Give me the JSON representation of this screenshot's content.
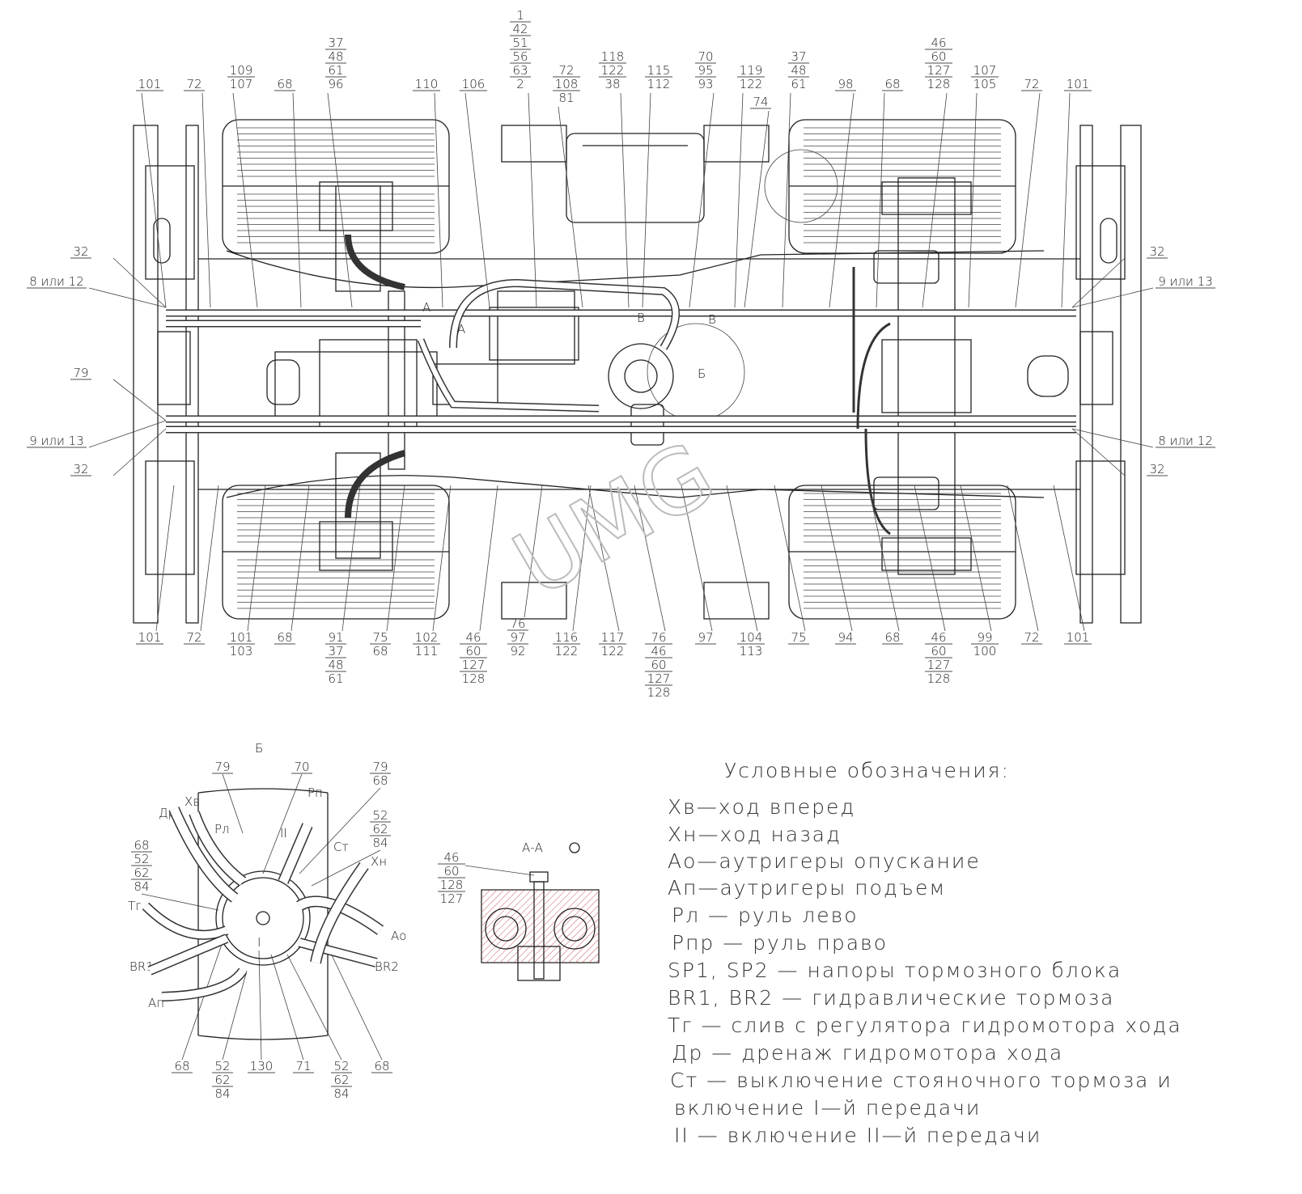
{
  "watermark": "UMG",
  "callouts_top": [
    [
      "101"
    ],
    [
      "72"
    ],
    [
      "109",
      "107"
    ],
    [
      "68"
    ],
    [
      "37",
      "48",
      "61",
      "96"
    ],
    [
      "110"
    ],
    [
      "106"
    ],
    [
      "1",
      "42",
      "51",
      "56",
      "63",
      "2"
    ],
    [
      "72",
      "108",
      "81"
    ],
    [
      "118",
      "122",
      "38"
    ],
    [
      "115",
      "112"
    ],
    [
      "70",
      "95",
      "93"
    ],
    [
      "119",
      "122"
    ],
    [
      "74"
    ],
    [
      "37",
      "48",
      "61"
    ],
    [
      "98"
    ],
    [
      "68"
    ],
    [
      "46",
      "60",
      "127",
      "128"
    ],
    [
      "107",
      "105"
    ],
    [
      "72"
    ],
    [
      "101"
    ]
  ],
  "callouts_side": [
    [
      "32"
    ],
    [
      "8 или 12"
    ],
    [
      "79"
    ],
    [
      "9 или 13"
    ],
    [
      "32"
    ],
    [
      "32"
    ],
    [
      "9 или 13"
    ],
    [
      "8 или 12"
    ],
    [
      "32"
    ]
  ],
  "callouts_bottom": [
    [
      "101"
    ],
    [
      "72"
    ],
    [
      "101",
      "103"
    ],
    [
      "68"
    ],
    [
      "91",
      "37",
      "48",
      "61"
    ],
    [
      "75",
      "68"
    ],
    [
      "102",
      "111"
    ],
    [
      "46",
      "60",
      "127",
      "128"
    ],
    [
      "76",
      "97",
      "92"
    ],
    [
      "116",
      "122"
    ],
    [
      "117",
      "122"
    ],
    [
      "76",
      "46",
      "60",
      "127",
      "128"
    ],
    [
      "97"
    ],
    [
      "104",
      "113"
    ],
    [
      "75"
    ],
    [
      "94"
    ],
    [
      "68"
    ],
    [
      "46",
      "60",
      "127",
      "128"
    ],
    [
      "99",
      "100"
    ],
    [
      "72"
    ],
    [
      "101"
    ]
  ],
  "section_markers": [
    "А",
    "А",
    "В",
    "В",
    "Б"
  ],
  "detail_b": {
    "title": "Б",
    "callouts": [
      [
        "79"
      ],
      [
        "70"
      ],
      [
        "79",
        "68"
      ],
      [
        "68",
        "52",
        "62",
        "84"
      ],
      [
        "52",
        "62",
        "84"
      ],
      [
        "68"
      ],
      [
        "52",
        "62",
        "84"
      ],
      [
        "130"
      ],
      [
        "71"
      ],
      [
        "52",
        "62",
        "84"
      ],
      [
        "68"
      ]
    ],
    "ports": [
      "Др",
      "Хв",
      "Рл",
      "II",
      "Рп",
      "Ст",
      "Хн",
      "Ао",
      "Тг",
      "BR1",
      "Ап",
      "BR2",
      "I"
    ]
  },
  "section_aa": {
    "title": "А-А",
    "callouts": [
      [
        "46",
        "60",
        "128",
        "127"
      ]
    ]
  },
  "legend": {
    "title": "Условные обозначения:",
    "items": [
      "Хв—ход вперед",
      "Хн—ход назад",
      "Ао—аутригеры опускание",
      "Ап—аутригеры подъем",
      "Рл — руль лево",
      "Рпр — руль право",
      "SP1, SP2 — напоры тормозного блока",
      "BR1, BR2 — гидравлические тормоза",
      "Тг — слив с регулятора гидромотора хода",
      "Др — дренаж гидромотора хода",
      "Ст — выключение стояночного тормоза и",
      "включение I—й передачи",
      "II — включение II—й передачи"
    ]
  }
}
